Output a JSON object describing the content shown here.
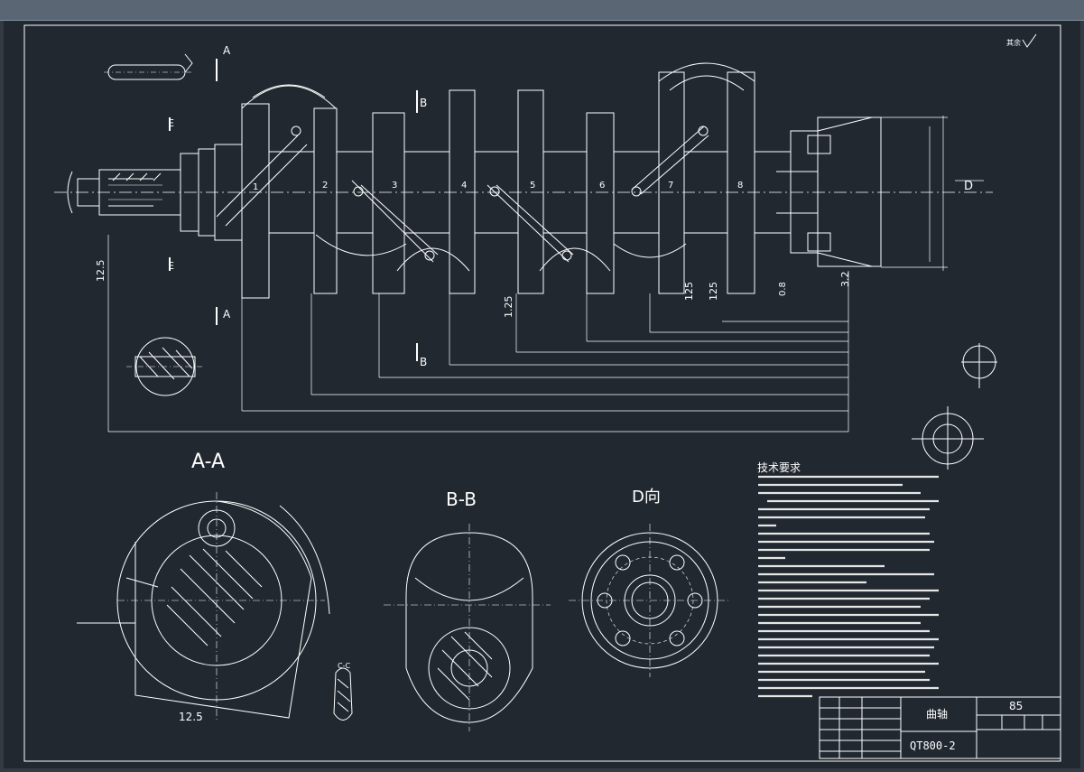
{
  "views": {
    "section_aa": "A-A",
    "section_bb": "B-B",
    "view_d": "D向",
    "section_cc": "C-C"
  },
  "marks": {
    "a": "A",
    "b": "B",
    "d": "D",
    "e": "E"
  },
  "journal_numbers": [
    "1",
    "2",
    "3",
    "4",
    "5",
    "6",
    "7",
    "8"
  ],
  "roughness": {
    "left": "12.5",
    "right": "3.2",
    "aa": "12.5",
    "journal7": "125",
    "journal8": "125",
    "journal5": "1.25",
    "flange": "0.8",
    "other": "其余"
  },
  "tech_requirements": {
    "title": "技术要求"
  },
  "title_block": {
    "part_name": "曲轴",
    "material": "QT800-2",
    "number": "85"
  }
}
